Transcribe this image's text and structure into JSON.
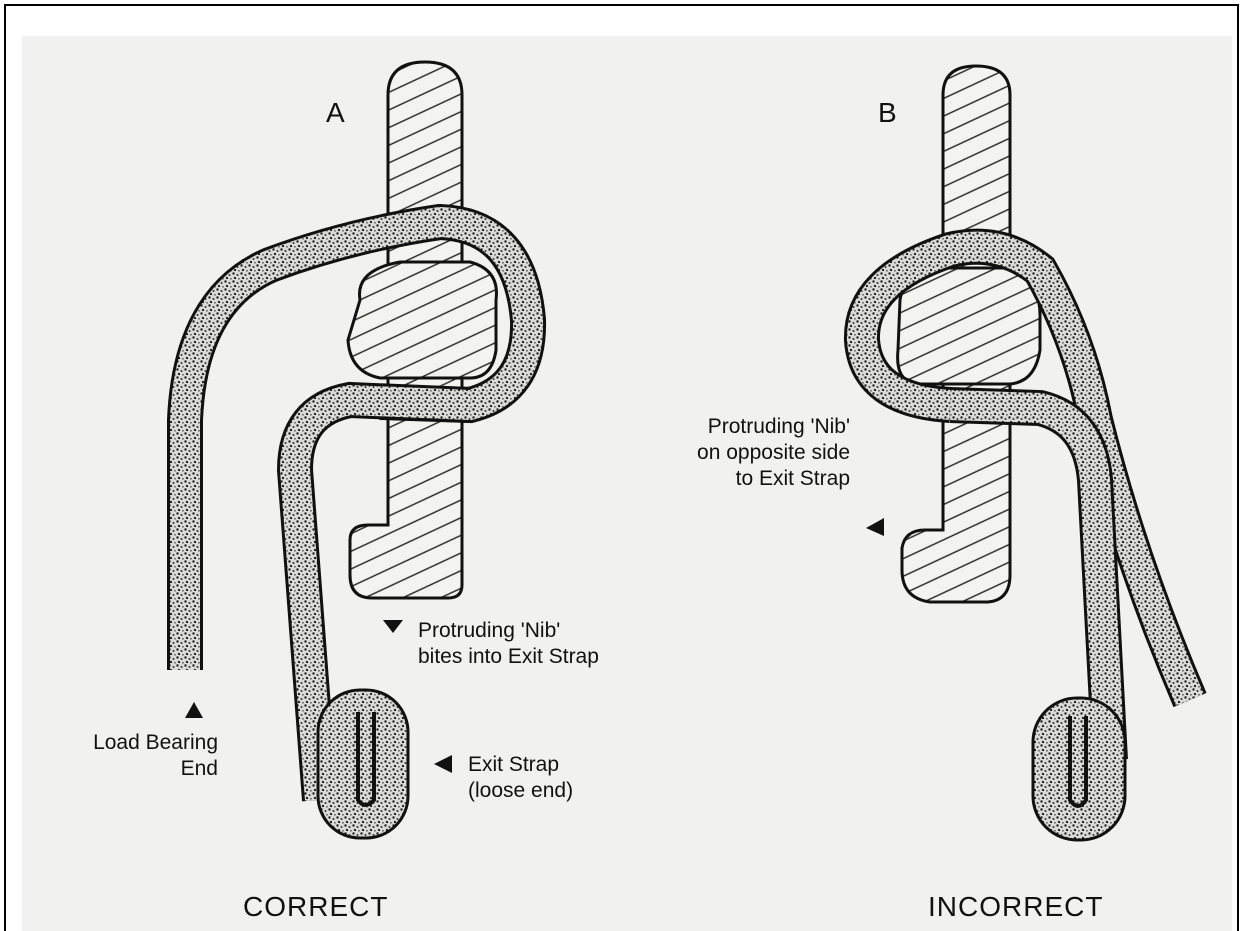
{
  "diagram": {
    "panel_a": {
      "letter": "A",
      "caption": "CORRECT"
    },
    "panel_b": {
      "letter": "B",
      "caption": "INCORRECT"
    },
    "labels": {
      "load_bearing": [
        "Load Bearing",
        "End"
      ],
      "nib_bites": [
        "Protruding 'Nib'",
        "bites into Exit Strap"
      ],
      "exit_strap": [
        "Exit Strap",
        "(loose end)"
      ],
      "nib_opposite": [
        "Protruding 'Nib'",
        "on opposite side",
        "to Exit Strap"
      ]
    }
  }
}
